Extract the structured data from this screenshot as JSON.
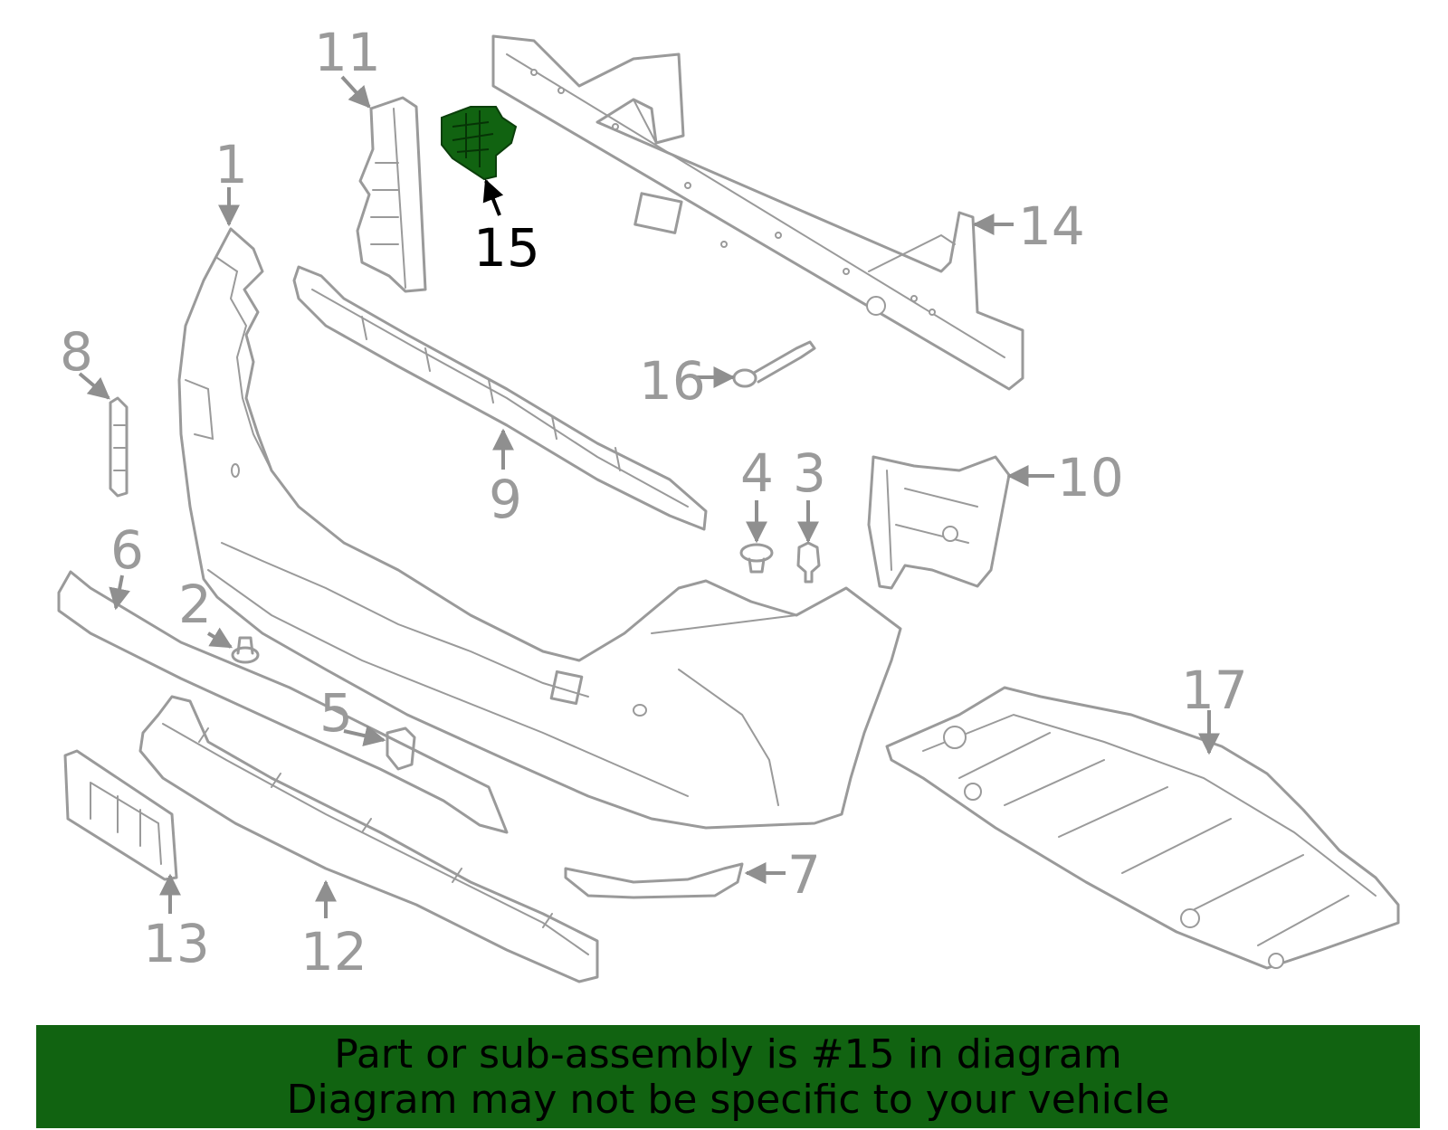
{
  "diagram": {
    "highlighted_part": "15",
    "highlight_color": "#116311",
    "line_color": "#9a9a9a",
    "callouts": [
      "1",
      "2",
      "3",
      "4",
      "5",
      "6",
      "7",
      "8",
      "9",
      "10",
      "11",
      "12",
      "13",
      "14",
      "15",
      "16",
      "17"
    ]
  },
  "banner": {
    "line1": "Part or sub-assembly is #15 in diagram",
    "line2": "Diagram may not be specific to your vehicle",
    "background": "#116311"
  }
}
